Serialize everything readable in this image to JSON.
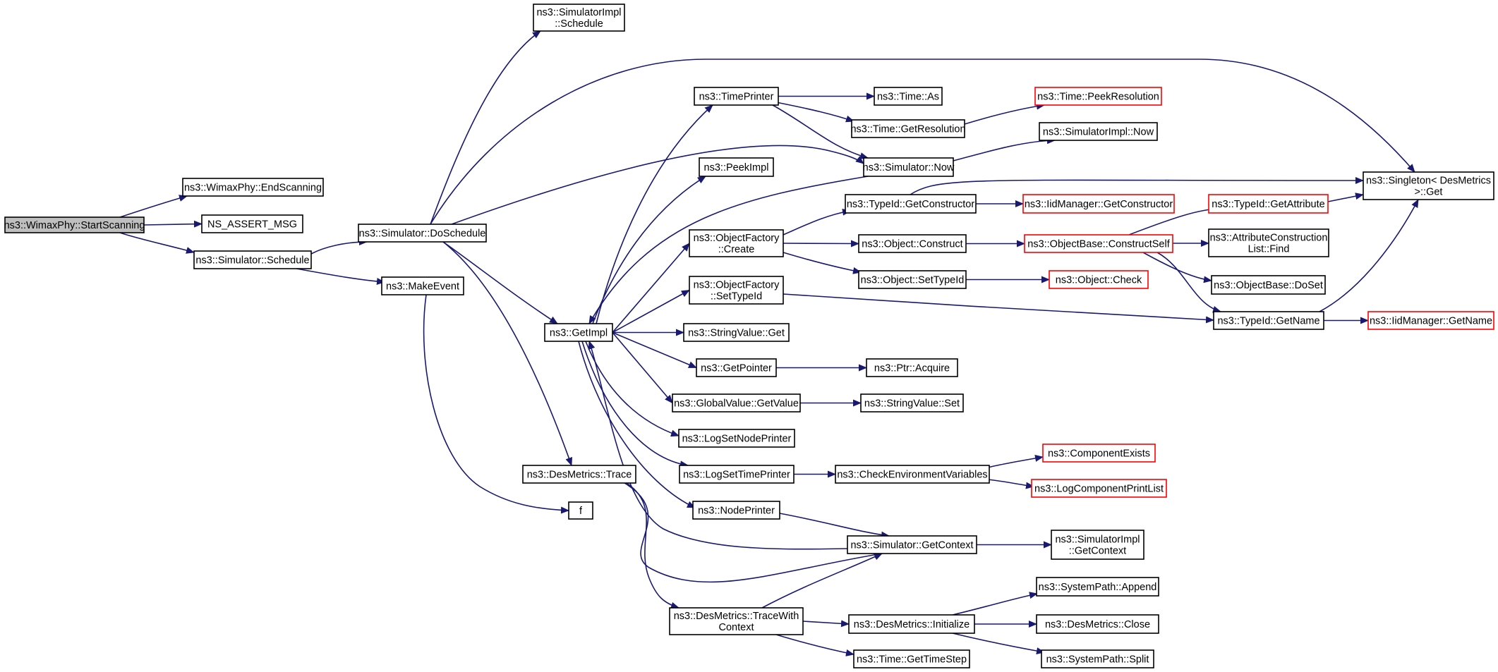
{
  "colors": {
    "edge": "#191970",
    "node_border": "#000000",
    "node_border_truncated": "#ff0000",
    "node_fill": "#ffffff",
    "root_fill": "#bfbfbf"
  },
  "nodes": [
    {
      "id": "n0",
      "lines": [
        "ns3::WimaxPhy::StartScanning"
      ],
      "root": true
    },
    {
      "id": "n1",
      "lines": [
        "ns3::WimaxPhy::EndScanning"
      ]
    },
    {
      "id": "n2",
      "lines": [
        "NS_ASSERT_MSG"
      ]
    },
    {
      "id": "n3",
      "lines": [
        "ns3::Simulator::Schedule"
      ]
    },
    {
      "id": "n4",
      "lines": [
        "ns3::Simulator::DoSchedule"
      ]
    },
    {
      "id": "n5",
      "lines": [
        "ns3::MakeEvent"
      ]
    },
    {
      "id": "n6",
      "lines": [
        "ns3::SimulatorImpl",
        "::Schedule"
      ]
    },
    {
      "id": "n7",
      "lines": [
        "ns3::GetImpl"
      ]
    },
    {
      "id": "n8",
      "lines": [
        "ns3::DesMetrics::Trace"
      ]
    },
    {
      "id": "n9",
      "lines": [
        "f"
      ]
    },
    {
      "id": "n10",
      "lines": [
        "ns3::TimePrinter"
      ]
    },
    {
      "id": "n11",
      "lines": [
        "ns3::PeekImpl"
      ]
    },
    {
      "id": "n12",
      "lines": [
        "ns3::ObjectFactory",
        "::Create"
      ]
    },
    {
      "id": "n13",
      "lines": [
        "ns3::ObjectFactory",
        "::SetTypeId"
      ]
    },
    {
      "id": "n14",
      "lines": [
        "ns3::StringValue::Get"
      ]
    },
    {
      "id": "n15",
      "lines": [
        "ns3::GetPointer"
      ]
    },
    {
      "id": "n16",
      "lines": [
        "ns3::GlobalValue::GetValue"
      ]
    },
    {
      "id": "n17",
      "lines": [
        "ns3::LogSetNodePrinter"
      ]
    },
    {
      "id": "n18",
      "lines": [
        "ns3::LogSetTimePrinter"
      ]
    },
    {
      "id": "n19",
      "lines": [
        "ns3::NodePrinter"
      ]
    },
    {
      "id": "n20",
      "lines": [
        "ns3::DesMetrics::TraceWith",
        "Context"
      ]
    },
    {
      "id": "n21",
      "lines": [
        "ns3::Time::As"
      ]
    },
    {
      "id": "n22",
      "lines": [
        "ns3::Time::GetResolution"
      ]
    },
    {
      "id": "n23",
      "lines": [
        "ns3::Simulator::Now"
      ]
    },
    {
      "id": "n24",
      "lines": [
        "ns3::TypeId::GetConstructor"
      ]
    },
    {
      "id": "n25",
      "lines": [
        "ns3::Object::Construct"
      ]
    },
    {
      "id": "n26",
      "lines": [
        "ns3::Object::SetTypeId"
      ]
    },
    {
      "id": "n27",
      "lines": [
        "ns3::Ptr::Acquire"
      ]
    },
    {
      "id": "n28",
      "lines": [
        "ns3::StringValue::Set"
      ]
    },
    {
      "id": "n29",
      "lines": [
        "ns3::CheckEnvironmentVariables"
      ]
    },
    {
      "id": "n30",
      "lines": [
        "ns3::Simulator::GetContext"
      ]
    },
    {
      "id": "n31",
      "lines": [
        "ns3::DesMetrics::Initialize"
      ]
    },
    {
      "id": "n32",
      "lines": [
        "ns3::Time::GetTimeStep"
      ]
    },
    {
      "id": "n33",
      "lines": [
        "ns3::Time::PeekResolution"
      ],
      "truncated": true
    },
    {
      "id": "n34",
      "lines": [
        "ns3::SimulatorImpl::Now"
      ]
    },
    {
      "id": "n35",
      "lines": [
        "ns3::IidManager::GetConstructor"
      ],
      "truncated": true
    },
    {
      "id": "n36",
      "lines": [
        "ns3::ObjectBase::ConstructSelf"
      ],
      "truncated": true
    },
    {
      "id": "n37",
      "lines": [
        "ns3::Object::Check"
      ],
      "truncated": true
    },
    {
      "id": "n38",
      "lines": [
        "ns3::ComponentExists"
      ],
      "truncated": true
    },
    {
      "id": "n39",
      "lines": [
        "ns3::LogComponentPrintList"
      ],
      "truncated": true
    },
    {
      "id": "n40",
      "lines": [
        "ns3::SimulatorImpl",
        "::GetContext"
      ]
    },
    {
      "id": "n41",
      "lines": [
        "ns3::SystemPath::Append"
      ]
    },
    {
      "id": "n42",
      "lines": [
        "ns3::DesMetrics::Close"
      ]
    },
    {
      "id": "n43",
      "lines": [
        "ns3::SystemPath::Split"
      ]
    },
    {
      "id": "n44",
      "lines": [
        "ns3::TypeId::GetAttribute"
      ],
      "truncated": true
    },
    {
      "id": "n45",
      "lines": [
        "ns3::AttributeConstruction",
        "List::Find"
      ]
    },
    {
      "id": "n46",
      "lines": [
        "ns3::ObjectBase::DoSet"
      ]
    },
    {
      "id": "n47",
      "lines": [
        "ns3::TypeId::GetName"
      ]
    },
    {
      "id": "n48",
      "lines": [
        "ns3::Singleton< DesMetrics",
        " >::Get"
      ]
    },
    {
      "id": "n49",
      "lines": [
        "ns3::IidManager::GetName"
      ],
      "truncated": true
    }
  ],
  "edges": [
    [
      "n0",
      "n1"
    ],
    [
      "n0",
      "n2"
    ],
    [
      "n0",
      "n3"
    ],
    [
      "n3",
      "n4"
    ],
    [
      "n3",
      "n5"
    ],
    [
      "n4",
      "n6"
    ],
    [
      "n4",
      "n7"
    ],
    [
      "n4",
      "n8"
    ],
    [
      "n4",
      "n23"
    ],
    [
      "n4",
      "n48"
    ],
    [
      "n5",
      "n9"
    ],
    [
      "n8",
      "n20"
    ],
    [
      "n8",
      "n30"
    ],
    [
      "n7",
      "n10"
    ],
    [
      "n7",
      "n11"
    ],
    [
      "n7",
      "n12"
    ],
    [
      "n7",
      "n13"
    ],
    [
      "n7",
      "n14"
    ],
    [
      "n7",
      "n15"
    ],
    [
      "n7",
      "n16"
    ],
    [
      "n7",
      "n17"
    ],
    [
      "n7",
      "n18"
    ],
    [
      "n7",
      "n19"
    ],
    [
      "n10",
      "n21"
    ],
    [
      "n10",
      "n22"
    ],
    [
      "n10",
      "n23"
    ],
    [
      "n22",
      "n33"
    ],
    [
      "n23",
      "n7"
    ],
    [
      "n23",
      "n34"
    ],
    [
      "n12",
      "n24"
    ],
    [
      "n12",
      "n25"
    ],
    [
      "n12",
      "n26"
    ],
    [
      "n13",
      "n47"
    ],
    [
      "n15",
      "n27"
    ],
    [
      "n16",
      "n28"
    ],
    [
      "n18",
      "n29"
    ],
    [
      "n19",
      "n30"
    ],
    [
      "n20",
      "n30"
    ],
    [
      "n20",
      "n31"
    ],
    [
      "n20",
      "n32"
    ],
    [
      "n24",
      "n35"
    ],
    [
      "n24",
      "n48"
    ],
    [
      "n25",
      "n36"
    ],
    [
      "n26",
      "n37"
    ],
    [
      "n29",
      "n38"
    ],
    [
      "n29",
      "n39"
    ],
    [
      "n30",
      "n7"
    ],
    [
      "n30",
      "n40"
    ],
    [
      "n31",
      "n41"
    ],
    [
      "n31",
      "n42"
    ],
    [
      "n31",
      "n43"
    ],
    [
      "n36",
      "n44"
    ],
    [
      "n36",
      "n45"
    ],
    [
      "n36",
      "n46"
    ],
    [
      "n36",
      "n47"
    ],
    [
      "n44",
      "n48"
    ],
    [
      "n47",
      "n48"
    ],
    [
      "n47",
      "n49"
    ]
  ]
}
